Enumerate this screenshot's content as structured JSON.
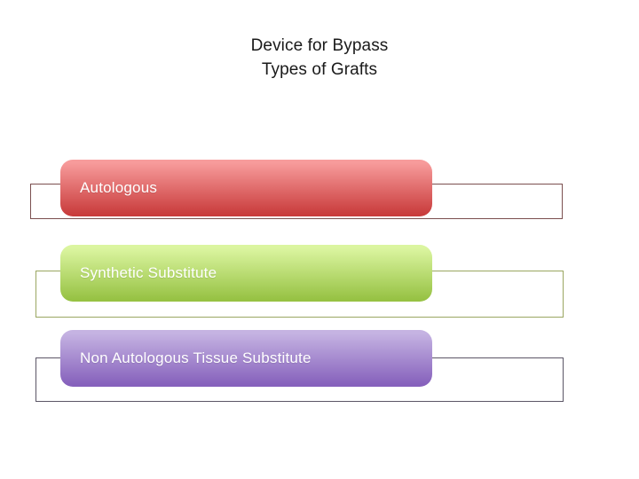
{
  "title": {
    "line1": "Device for Bypass",
    "line2": "Types of Grafts"
  },
  "diagram": {
    "type": "list-of-categories",
    "items": [
      {
        "label": "Autologous",
        "bar_color_top": "#f79b9b",
        "bar_color_bottom": "#c93c3c",
        "frame_border_color": "#7b4f4f",
        "text_color": "#ffffff"
      },
      {
        "label": "Synthetic Substitute",
        "bar_color_top": "#dbf5a0",
        "bar_color_bottom": "#97c244",
        "frame_border_color": "#9aa661",
        "text_color": "#ffffff"
      },
      {
        "label": "Non Autologous Tissue Substitute",
        "bar_color_top": "#c5b3e2",
        "bar_color_bottom": "#8661bc",
        "frame_border_color": "#5b5566",
        "text_color": "#ffffff"
      }
    ]
  },
  "background_color": "#ffffff"
}
